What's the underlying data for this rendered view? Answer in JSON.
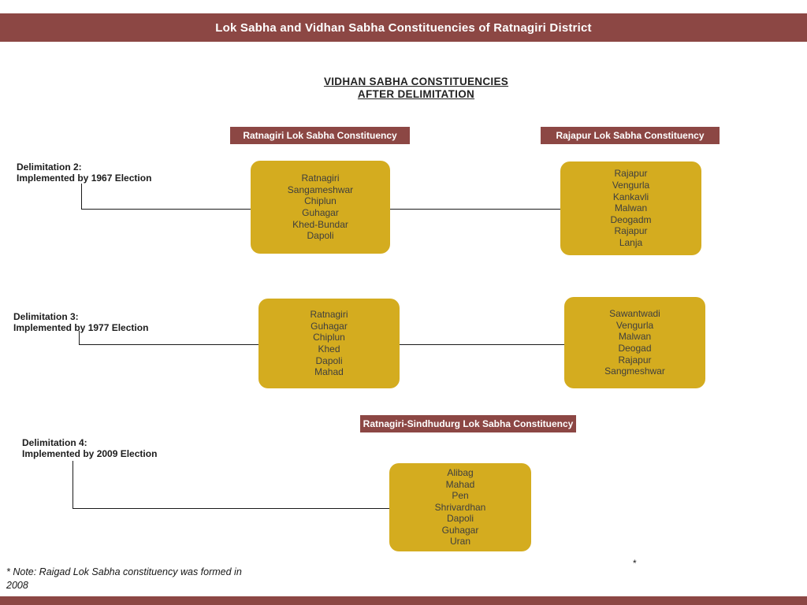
{
  "header": {
    "title": "Lok Sabha and Vidhan Sabha Constituencies of Ratnagiri District"
  },
  "heading": {
    "line1": "VIDHAN SABHA CONSTITUENCIES",
    "line2": "AFTER DELIMITATION"
  },
  "lok_sabha_labels": {
    "ratnagiri": "Ratnagiri Lok Sabha Constituency",
    "rajapur": "Rajapur Lok Sabha Constituency",
    "ratnagiri_sindhudurg": "Ratnagiri-Sindhudurg Lok Sabha Constituency"
  },
  "rows": [
    {
      "delim_line1": "Delimitation 2:",
      "delim_line2": "Implemented by 1967 Election",
      "left_box": [
        "Ratnagiri",
        "Sangameshwar",
        "Chiplun",
        "Guhagar",
        "Khed-Bundar",
        "Dapoli"
      ],
      "right_box": [
        "Rajapur",
        "Vengurla",
        "Kankavli",
        "Malwan",
        "Deogadm",
        "Rajapur",
        "Lanja"
      ]
    },
    {
      "delim_line1": "Delimitation 3:",
      "delim_line2": "Implemented by 1977 Election",
      "left_box": [
        "Ratnagiri",
        "Guhagar",
        "Chiplun",
        "Khed",
        "Dapoli",
        "Mahad"
      ],
      "right_box": [
        "Sawantwadi",
        "Vengurla",
        "Malwan",
        "Deogad",
        "Rajapur",
        "Sangmeshwar"
      ]
    },
    {
      "delim_line1": "Delimitation 4:",
      "delim_line2": "Implemented by 2009 Election",
      "box": [
        "Alibag",
        "Mahad",
        "Pen",
        "Shrivardhan",
        "Dapoli",
        "Guhagar",
        "Uran"
      ]
    }
  ],
  "note": {
    "line1": "* Note: Raigad Lok Sabha constituency was formed in",
    "line2": "2008"
  },
  "stray_asterisk": "*",
  "colors": {
    "maroon": "#8C4744",
    "gold": "#D4AC1F",
    "box_text": "#3E3E3E"
  }
}
